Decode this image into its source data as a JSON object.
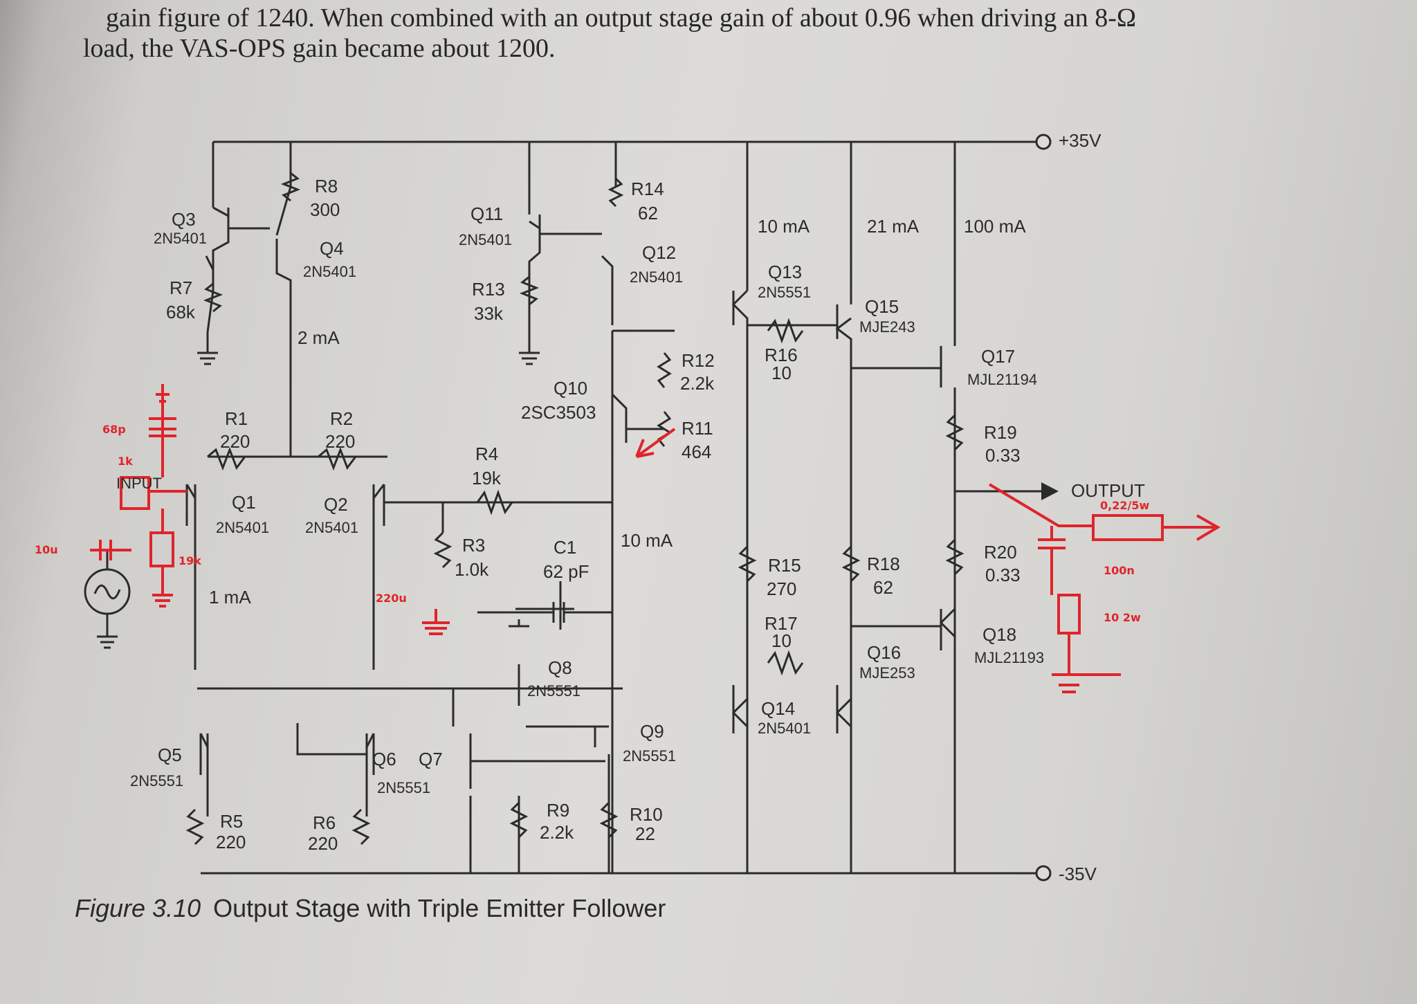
{
  "intro": {
    "line1": "gain figure of 1240. When combined with an output stage gain of about 0.96 when driving an 8-Ω",
    "line2": "load, the VAS-OPS gain became about 1200."
  },
  "caption": {
    "prefix": "Figure 3.10",
    "title": "Output Stage with Triple Emitter Follower"
  },
  "rails": {
    "positive": "+35V",
    "negative": "-35V"
  },
  "labels": {
    "q3": "Q3",
    "q3_part": "2N5401",
    "r8": "R8",
    "r8_val": "300",
    "q4": "Q4",
    "q4_part": "2N5401",
    "r7": "R7",
    "r7_val": "68k",
    "i_2ma": "2 mA",
    "q11": "Q11",
    "q11_part": "2N5401",
    "r14": "R14",
    "r14_val": "62",
    "q12": "Q12",
    "q12_part": "2N5401",
    "r13": "R13",
    "r13_val": "33k",
    "i_10ma_top": "10 mA",
    "i_21ma": "21 mA",
    "i_100ma": "100 mA",
    "q13": "Q13",
    "q13_part": "2N5551",
    "q15": "Q15",
    "q15_part": "MJE243",
    "r16": "R16",
    "r16_val": "10",
    "r12": "R12",
    "r12_val": "2.2k",
    "q10": "Q10",
    "q10_part": "2SC3503",
    "r11": "R11",
    "r11_val": "464",
    "q17": "Q17",
    "q17_part": "MJL21194",
    "r19": "R19",
    "r19_val": "0.33",
    "output": "OUTPUT",
    "r1": "R1",
    "r1_val": "220",
    "r2": "R2",
    "r2_val": "220",
    "r4": "R4",
    "r4_val": "19k",
    "input": "INPUT",
    "q1": "Q1",
    "q1_part": "2N5401",
    "q2": "Q2",
    "q2_part": "2N5401",
    "r3": "R3",
    "r3_val": "1.0k",
    "c1": "C1",
    "c1_val": "62 pF",
    "i_10ma_mid": "10 mA",
    "r15": "R15",
    "r15_val": "270",
    "r18": "R18",
    "r18_val": "62",
    "r20": "R20",
    "r20_val": "0.33",
    "i_1ma": "1 mA",
    "r17": "R17",
    "r17_val": "10",
    "q16": "Q16",
    "q16_part": "MJE253",
    "q18": "Q18",
    "q18_part": "MJL21193",
    "q8": "Q8",
    "q8_part": "2N5551",
    "q14": "Q14",
    "q14_part": "2N5401",
    "q5": "Q5",
    "q5_part": "2N5551",
    "q6": "Q6",
    "q7": "Q7",
    "q67_part": "2N5551",
    "q9": "Q9",
    "q9_part": "2N5551",
    "r5": "R5",
    "r5_val": "220",
    "r6": "R6",
    "r6_val": "220",
    "r9": "R9",
    "r9_val": "2.2k",
    "r10": "R10",
    "r10_val": "22"
  },
  "annotations": {
    "c_68p": "68p",
    "r_1k": "1k",
    "c_10u": "10u",
    "r_19k": "19k",
    "c_220u": "220u",
    "r_zobel_out": "0,22/5w",
    "c_100n": "100n",
    "r_10_2w": "10  2w"
  },
  "colors": {
    "ink": "#2b2b2b",
    "annotation": "#e0242a",
    "paper": "#dcdbd8"
  }
}
